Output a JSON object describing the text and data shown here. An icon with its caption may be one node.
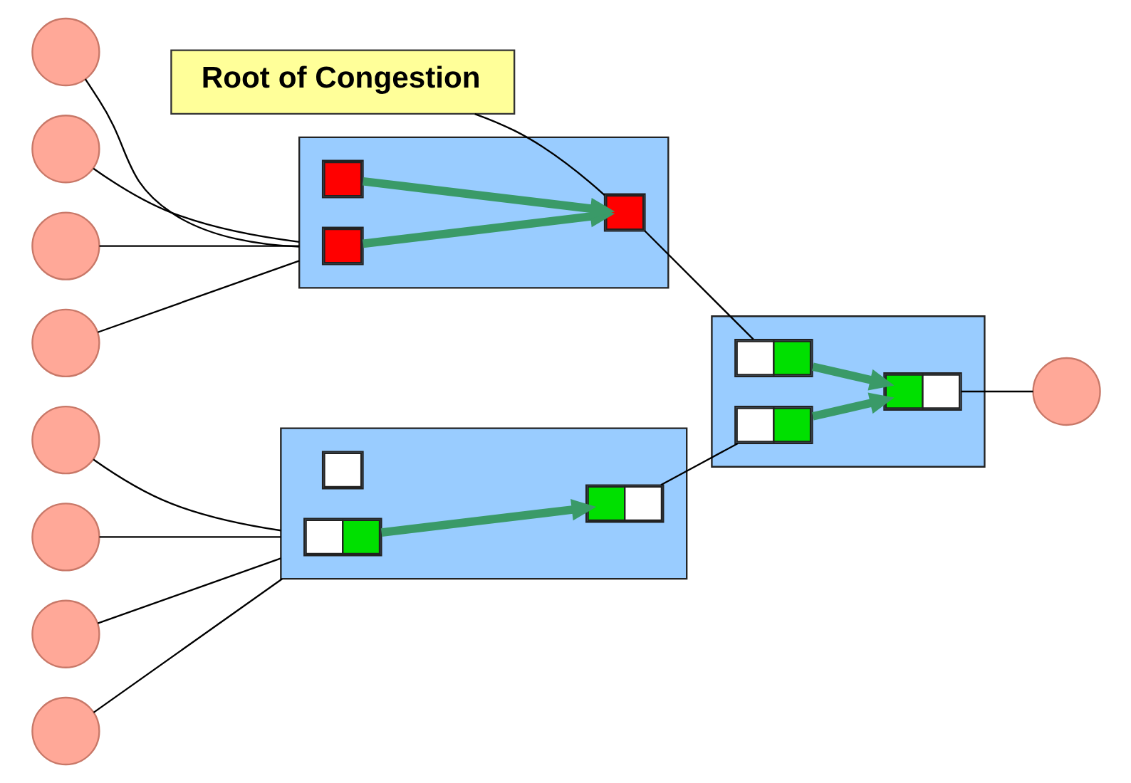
{
  "diagram": {
    "nodes": [
      {
        "text": [
          "Root of Congestion"
        ]
      },
      {
        "text": [],
        "shape": "box"
      },
      {
        "text": [],
        "shape": "box",
        "in": 1
      },
      {
        "text": [],
        "shape": "box",
        "in": 1
      },
      {
        "text": [],
        "shape": "box",
        "in": 1
      },
      {
        "text": [],
        "shape": "box"
      },
      {
        "text": [],
        "shape": "box",
        "in": 5
      },
      {
        "text": [],
        "shape": "box",
        "in": 5
      },
      {
        "text": [],
        "shape": "box",
        "in": 5
      },
      {
        "text": [],
        "shape": "box"
      },
      {
        "text": [],
        "shape": "box",
        "in": 9
      },
      {
        "text": [],
        "shape": "box",
        "in": 9
      },
      {
        "text": [],
        "shape": "box",
        "in": 9
      },
      {
        "text": [],
        "shape": "circle"
      },
      {
        "text": [],
        "shape": "circle"
      },
      {
        "text": [],
        "shape": "circle"
      },
      {
        "text": [],
        "shape": "circle"
      },
      {
        "text": [],
        "shape": "circle"
      },
      {
        "text": [],
        "shape": "circle"
      },
      {
        "text": [],
        "shape": "circle"
      },
      {
        "text": [],
        "shape": "circle"
      },
      {
        "text": [],
        "shape": "circle"
      }
    ],
    "edges": [
      {
        "from": 13,
        "to": 1,
        "arrow": "none"
      },
      {
        "from": 14,
        "to": 1,
        "arrow": "none"
      },
      {
        "from": 15,
        "to": 1,
        "arrow": "none"
      },
      {
        "from": 16,
        "to": 1,
        "arrow": "none"
      },
      {
        "from": 17,
        "to": 5,
        "arrow": "none"
      },
      {
        "from": 18,
        "to": 5,
        "arrow": "none"
      },
      {
        "from": 19,
        "to": 5,
        "arrow": "none"
      },
      {
        "from": 20,
        "to": 5,
        "arrow": "none"
      },
      {
        "from": 2,
        "to": 3,
        "arrow": "to",
        "style": "thick",
        "color": "#3a9a68"
      },
      {
        "from": 4,
        "to": 3,
        "arrow": "to",
        "style": "thick",
        "color": "#3a9a68"
      },
      {
        "from": 6,
        "to": 7,
        "arrow": "to",
        "style": "thick",
        "color": "#3a9a68"
      },
      {
        "from": 10,
        "to": 12,
        "arrow": "to",
        "style": "thick",
        "color": "#3a9a68"
      },
      {
        "from": 11,
        "to": 12,
        "arrow": "to",
        "style": "thick",
        "color": "#3a9a68"
      },
      {
        "from": 3,
        "to": 10,
        "arrow": "none"
      },
      {
        "from": 7,
        "to": 11,
        "arrow": "none"
      },
      {
        "from": 12,
        "to": 21,
        "arrow": "none"
      },
      {
        "from": 0,
        "to": 3,
        "arrow": "none"
      }
    ]
  }
}
